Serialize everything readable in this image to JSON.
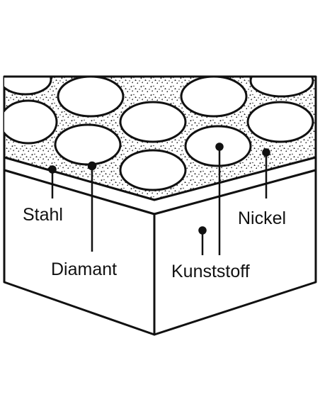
{
  "labels": {
    "stahl": "Stahl",
    "diamant": "Diamant",
    "nickel": "Nickel",
    "kunststoff": "Kunststoff"
  },
  "colors": {
    "ink": "#111111",
    "paper": "#ffffff"
  }
}
